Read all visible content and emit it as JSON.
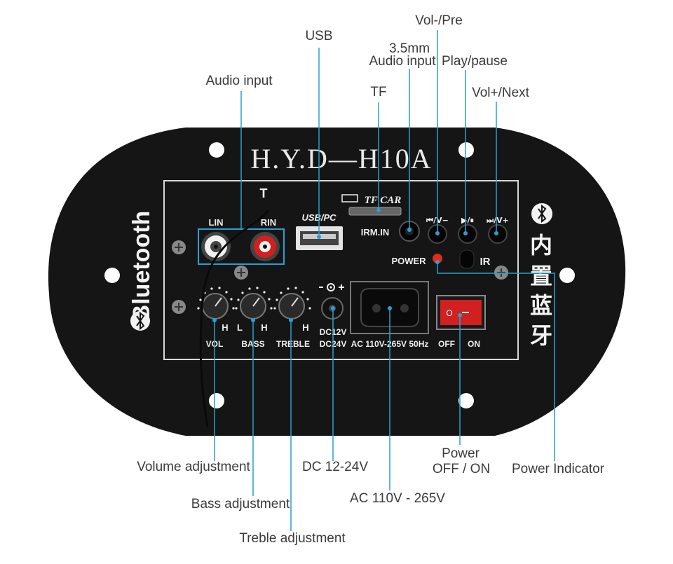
{
  "board": {
    "model": "H.Y.D—H10A",
    "side_brand": "Bluetooth",
    "chinese_chars": [
      "内",
      "置",
      "蓝",
      "牙"
    ],
    "panel": {
      "lin": "LIN",
      "rin": "RIN",
      "antenna_symbol": "T",
      "usb_pc": "USB/PC",
      "tf_car": "TF CAR",
      "irm_in": "IRM.IN",
      "power": "POWER",
      "ir": "IR",
      "btn_prev": "⏮/V−",
      "btn_play": "▶/⏸",
      "btn_next": "⏭/V+",
      "h_left": "H",
      "l_label": "L",
      "h_mid": "H",
      "h_right": "H",
      "knob_labels": [
        "VOL",
        "BASS",
        "TREBLE"
      ],
      "dc_labels": [
        "DC12V",
        "DC24V"
      ],
      "ac_label": "AC 110V-265V 50Hz",
      "switch_off_glyph": "O",
      "off": "OFF",
      "on": "ON"
    }
  },
  "callouts": {
    "usb": "USB",
    "vol_pre": "Vol-/Pre",
    "audio_input": "Audio input",
    "audio_35_line1": "3.5mm",
    "audio_35_line2": "Audio input",
    "play_pause": "Play/pause",
    "tf": "TF",
    "vol_next": "Vol+/Next",
    "volume_adj": "Volume adjustment",
    "dc": "DC 12-24V",
    "power_line1": "Power",
    "power_line2": "OFF / ON",
    "power_indicator": "Power Indicator",
    "bass_adj": "Bass adjustment",
    "ac": "AC 110V - 265V",
    "treble_adj": "Treble adjustment"
  },
  "colors": {
    "board": "#151515",
    "panel_border": "#d8d8d8",
    "leader_line": "#2a9fd0",
    "rca_right": "#d41f1f",
    "power_led": "#e02a1c",
    "switch": "#d02020"
  }
}
